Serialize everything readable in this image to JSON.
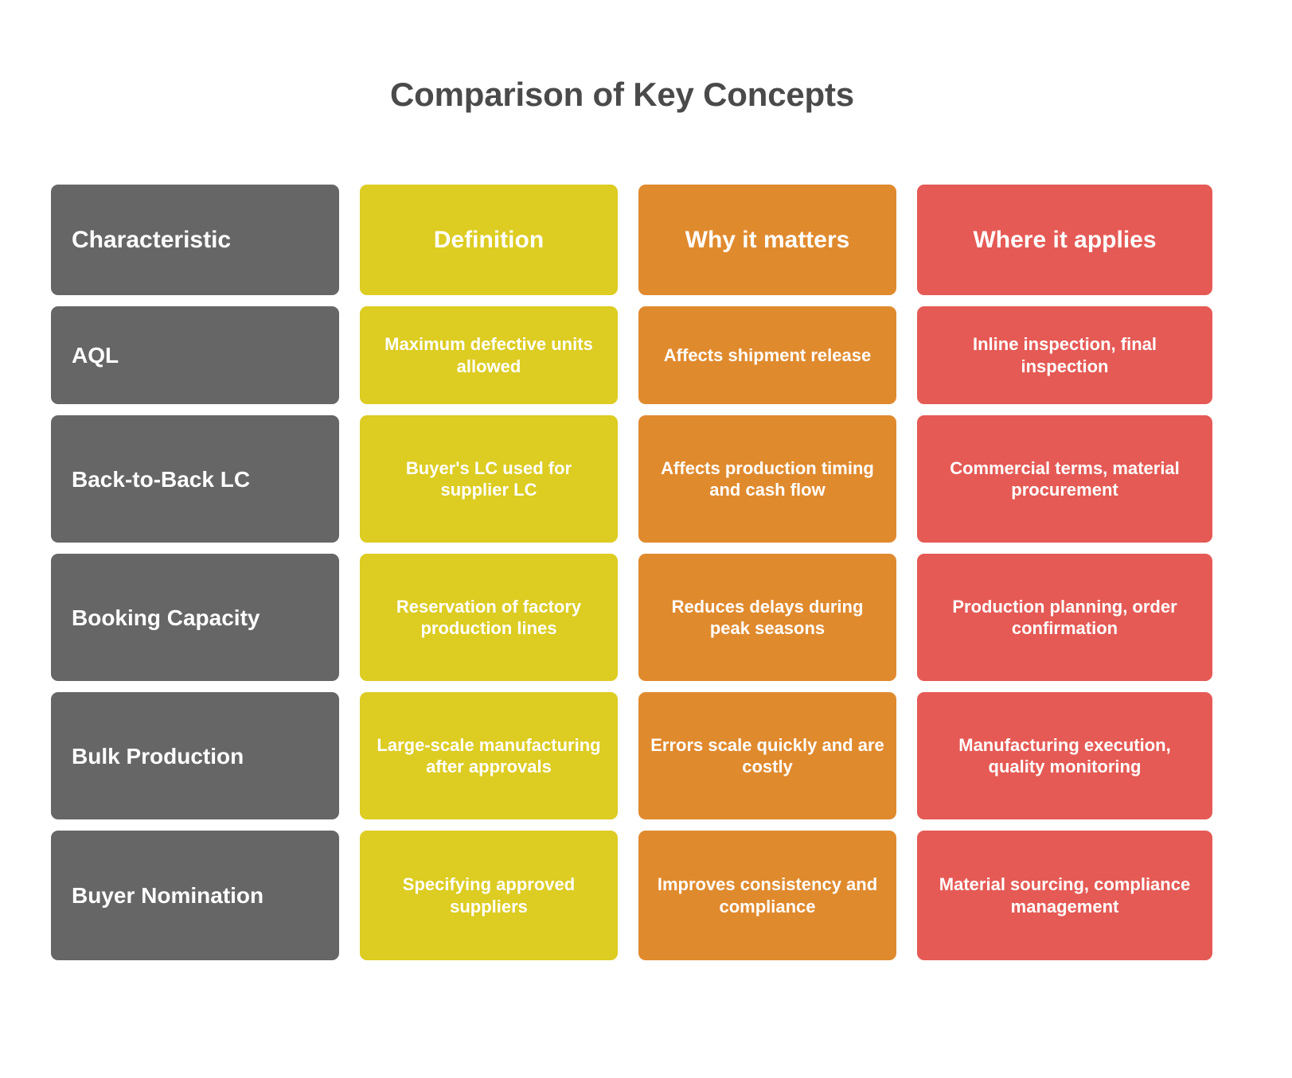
{
  "title": "Comparison of Key Concepts",
  "colors": {
    "title_text": "#4a4a4a",
    "characteristic": "#666666",
    "definition": "#DDCC22",
    "why_it_matters": "#E08A2E",
    "where_it_applies": "#E55A55",
    "cell_text": "#ffffff",
    "background": "#ffffff"
  },
  "chart_data": {
    "type": "table",
    "title": "Comparison of Key Concepts",
    "columns": [
      "Characteristic",
      "Definition",
      "Why it matters",
      "Where it applies"
    ],
    "rows": [
      {
        "characteristic": "AQL",
        "definition": "Maximum defective units allowed",
        "why_it_matters": "Affects shipment release",
        "where_it_applies": "Inline inspection, final inspection"
      },
      {
        "characteristic": "Back-to-Back LC",
        "definition": "Buyer's LC used for supplier LC",
        "why_it_matters": "Affects production timing and cash flow",
        "where_it_applies": "Commercial terms, material procurement"
      },
      {
        "characteristic": "Booking Capacity",
        "definition": "Reservation of factory production lines",
        "why_it_matters": "Reduces delays during peak seasons",
        "where_it_applies": "Production planning, order confirmation"
      },
      {
        "characteristic": "Bulk Production",
        "definition": "Large-scale manufacturing after approvals",
        "why_it_matters": "Errors scale quickly and are costly",
        "where_it_applies": "Manufacturing execution, quality monitoring"
      },
      {
        "characteristic": "Buyer Nomination",
        "definition": "Specifying approved suppliers",
        "why_it_matters": "Improves consistency and compliance",
        "where_it_applies": "Material sourcing, compliance management"
      }
    ]
  }
}
